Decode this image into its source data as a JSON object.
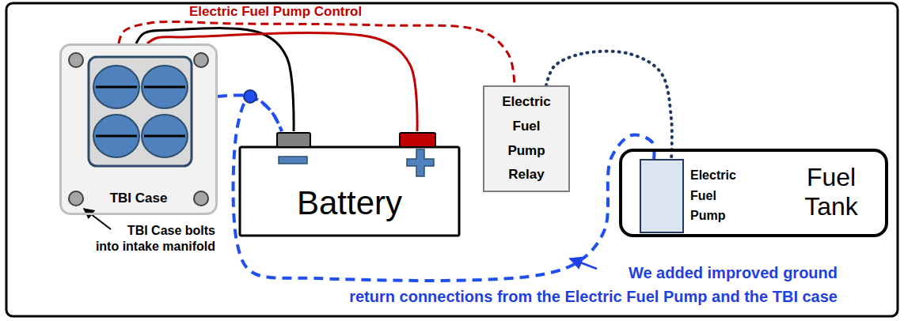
{
  "diagram": {
    "nodes": [
      {
        "text": [
          "TBI Case"
        ]
      },
      {
        "text": [
          "Battery"
        ]
      },
      {
        "text": [
          "Electric Fuel Pump Relay"
        ]
      },
      {
        "text": [
          "Fuel Tank"
        ]
      },
      {
        "text": [
          "Electric Fuel Pump"
        ],
        "in": 3
      }
    ],
    "edges": [
      {
        "from": 0,
        "to": 2,
        "label": "Electric Fuel Pump Control",
        "arrow": "none"
      },
      {
        "from": 0,
        "to": 1,
        "arrow": "none"
      },
      {
        "from": 0,
        "to": 1,
        "arrow": "none"
      },
      {
        "from": 0,
        "to": 1,
        "arrow": "none"
      },
      {
        "from": 4,
        "to": 1,
        "arrow": "none"
      },
      {
        "from": 2,
        "to": 4,
        "arrow": "none"
      }
    ],
    "labels": [
      "TBI Case bolts into intake manifold",
      "We added improved ground return connections from the Electric Fuel Pump and the TBI case"
    ]
  }
}
